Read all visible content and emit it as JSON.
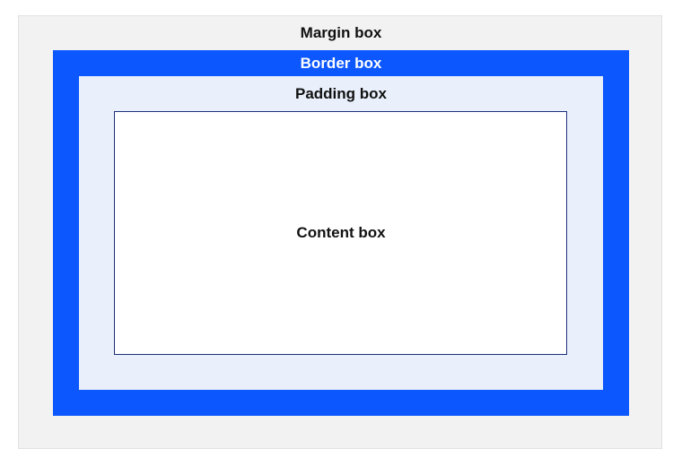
{
  "diagram": {
    "labels": {
      "margin": "Margin box",
      "border": "Border box",
      "padding": "Padding box",
      "content": "Content box"
    },
    "colors": {
      "margin_fill": "#f2f2f2",
      "border_fill": "#0d57ff",
      "padding_fill": "#e9f0fb",
      "content_fill": "#ffffff",
      "content_outline": "#1c2f7a"
    }
  }
}
